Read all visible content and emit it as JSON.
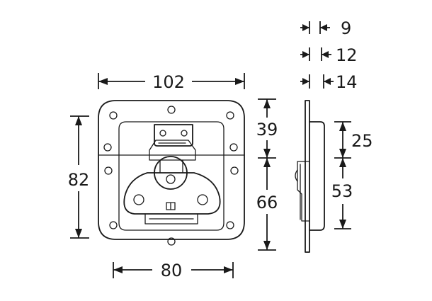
{
  "dimensions": {
    "overall_width": "102",
    "overall_height": "82",
    "base_width": "80",
    "upper_height": "39",
    "lower_height": "66",
    "thickness_a": "9",
    "thickness_b": "12",
    "thickness_c": "14",
    "side_upper": "25",
    "side_lower": "53"
  },
  "colors": {
    "line": "#1a1a1a",
    "background": "#ffffff"
  }
}
